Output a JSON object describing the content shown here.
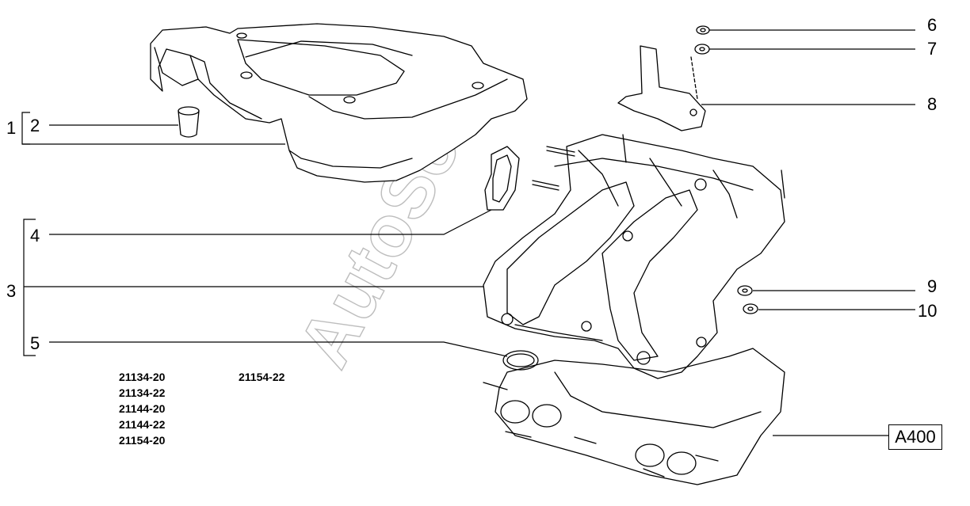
{
  "callouts": {
    "c1": "1",
    "c2": "2",
    "c3": "3",
    "c4": "4",
    "c5": "5",
    "c6": "6",
    "c7": "7",
    "c8": "8",
    "c9": "9",
    "c10": "10"
  },
  "models_left": [
    "21134-20",
    "21134-22",
    "21144-20",
    "21144-22",
    "21154-20"
  ],
  "models_right": [
    "21154-22"
  ],
  "reference": "A400",
  "watermark": "AutoSoft"
}
